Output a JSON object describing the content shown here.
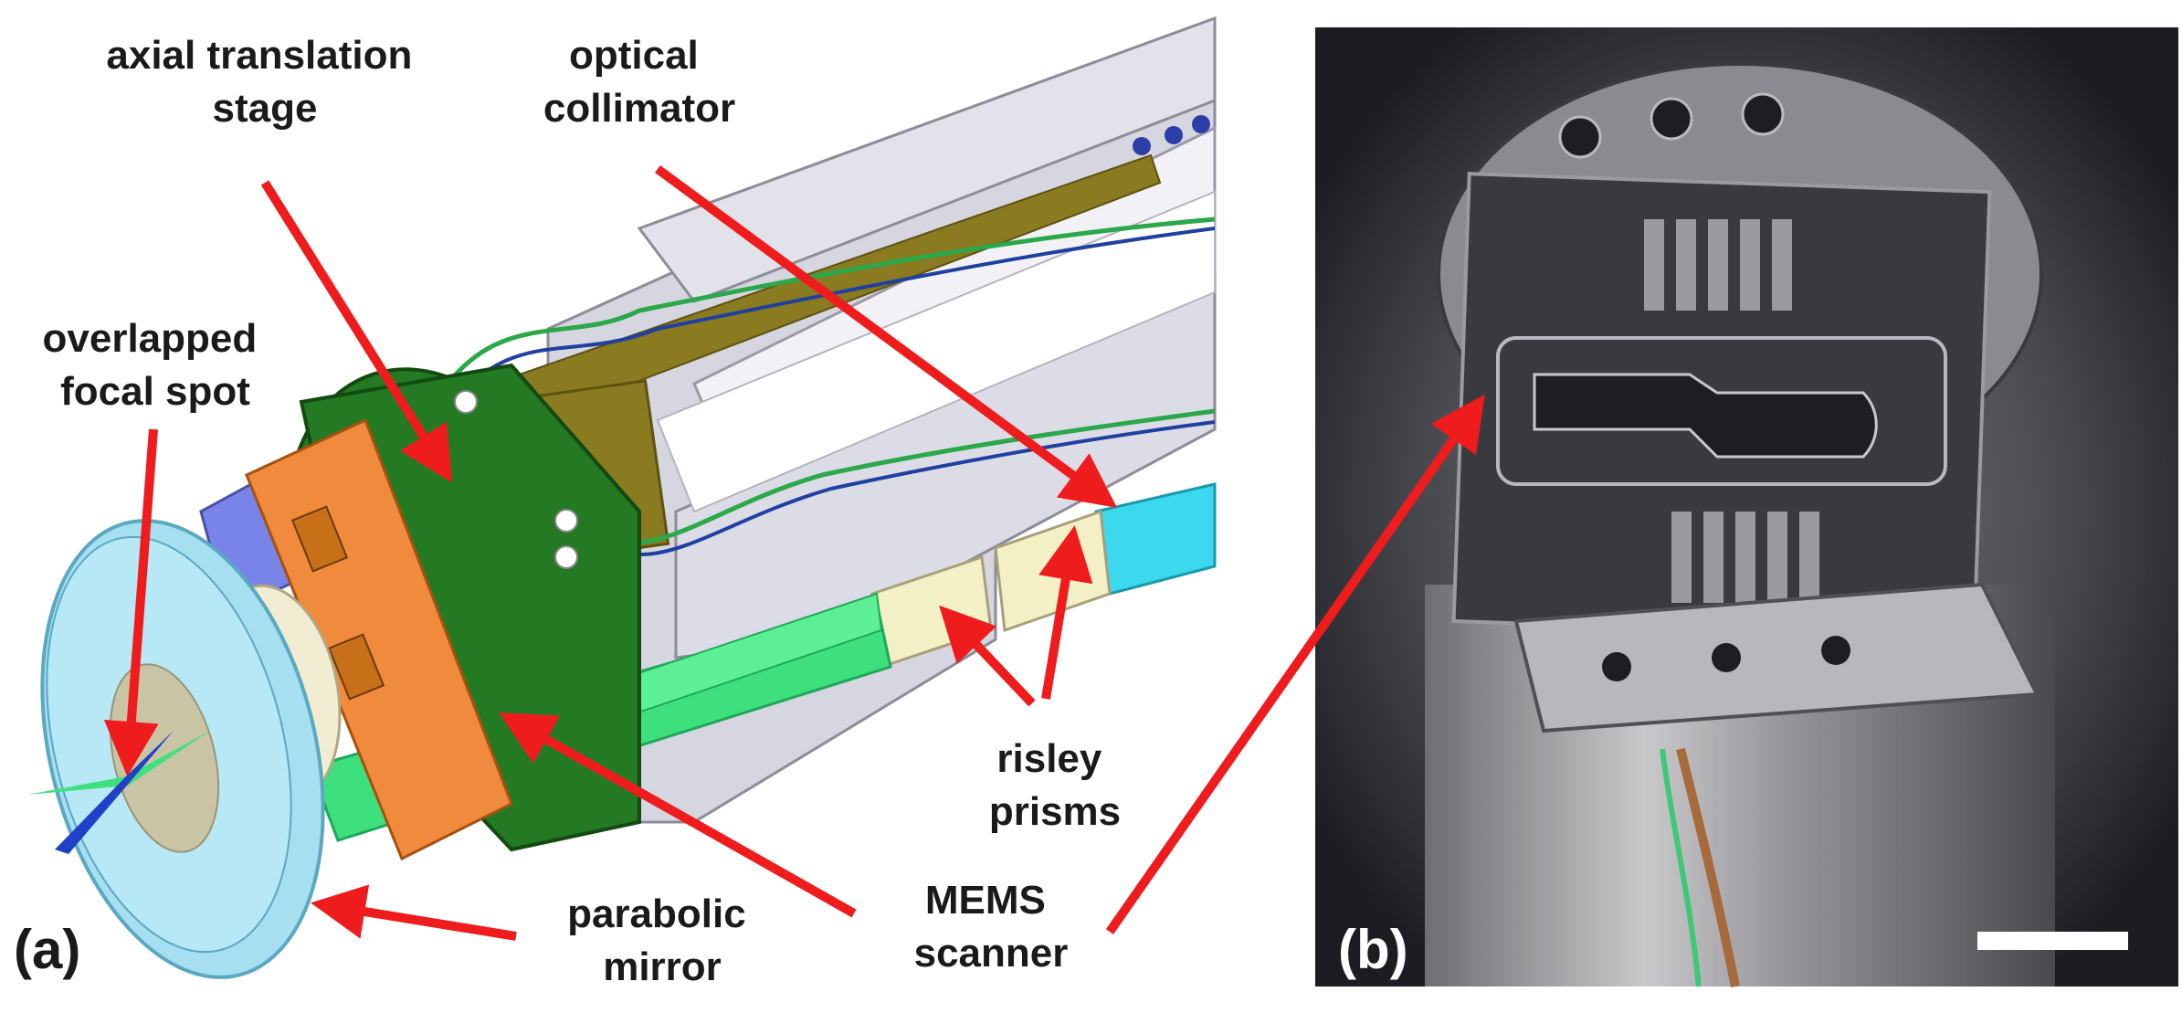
{
  "panels": {
    "a": {
      "letter": "(a)"
    },
    "b": {
      "letter": "(b)"
    }
  },
  "labels": {
    "axial_translation_stage": [
      "axial translation",
      "stage"
    ],
    "optical_collimator": [
      "optical",
      "collimator"
    ],
    "overlapped_focal_spot": [
      "overlapped",
      "focal spot"
    ],
    "risley_prisms": [
      "risley",
      "prisms"
    ],
    "parabolic_mirror": [
      "parabolic",
      "mirror"
    ],
    "mems_scanner": [
      "MEMS",
      "scanner"
    ]
  },
  "colors": {
    "arrow": "#ee1c1c",
    "housing": "#d6d6e0",
    "mount_green": "#237a23",
    "mems_plate": "#f08a3c",
    "olive_tube": "#8a7a20",
    "fiber_green": "#3ee07e",
    "collimator_cyan": "#3cd8ee",
    "prism_cream": "#f4f0c6",
    "mirror_disc": "#a6dff0",
    "photo_dark": "#2a2a2a"
  },
  "scale_bar": {
    "present": true
  }
}
